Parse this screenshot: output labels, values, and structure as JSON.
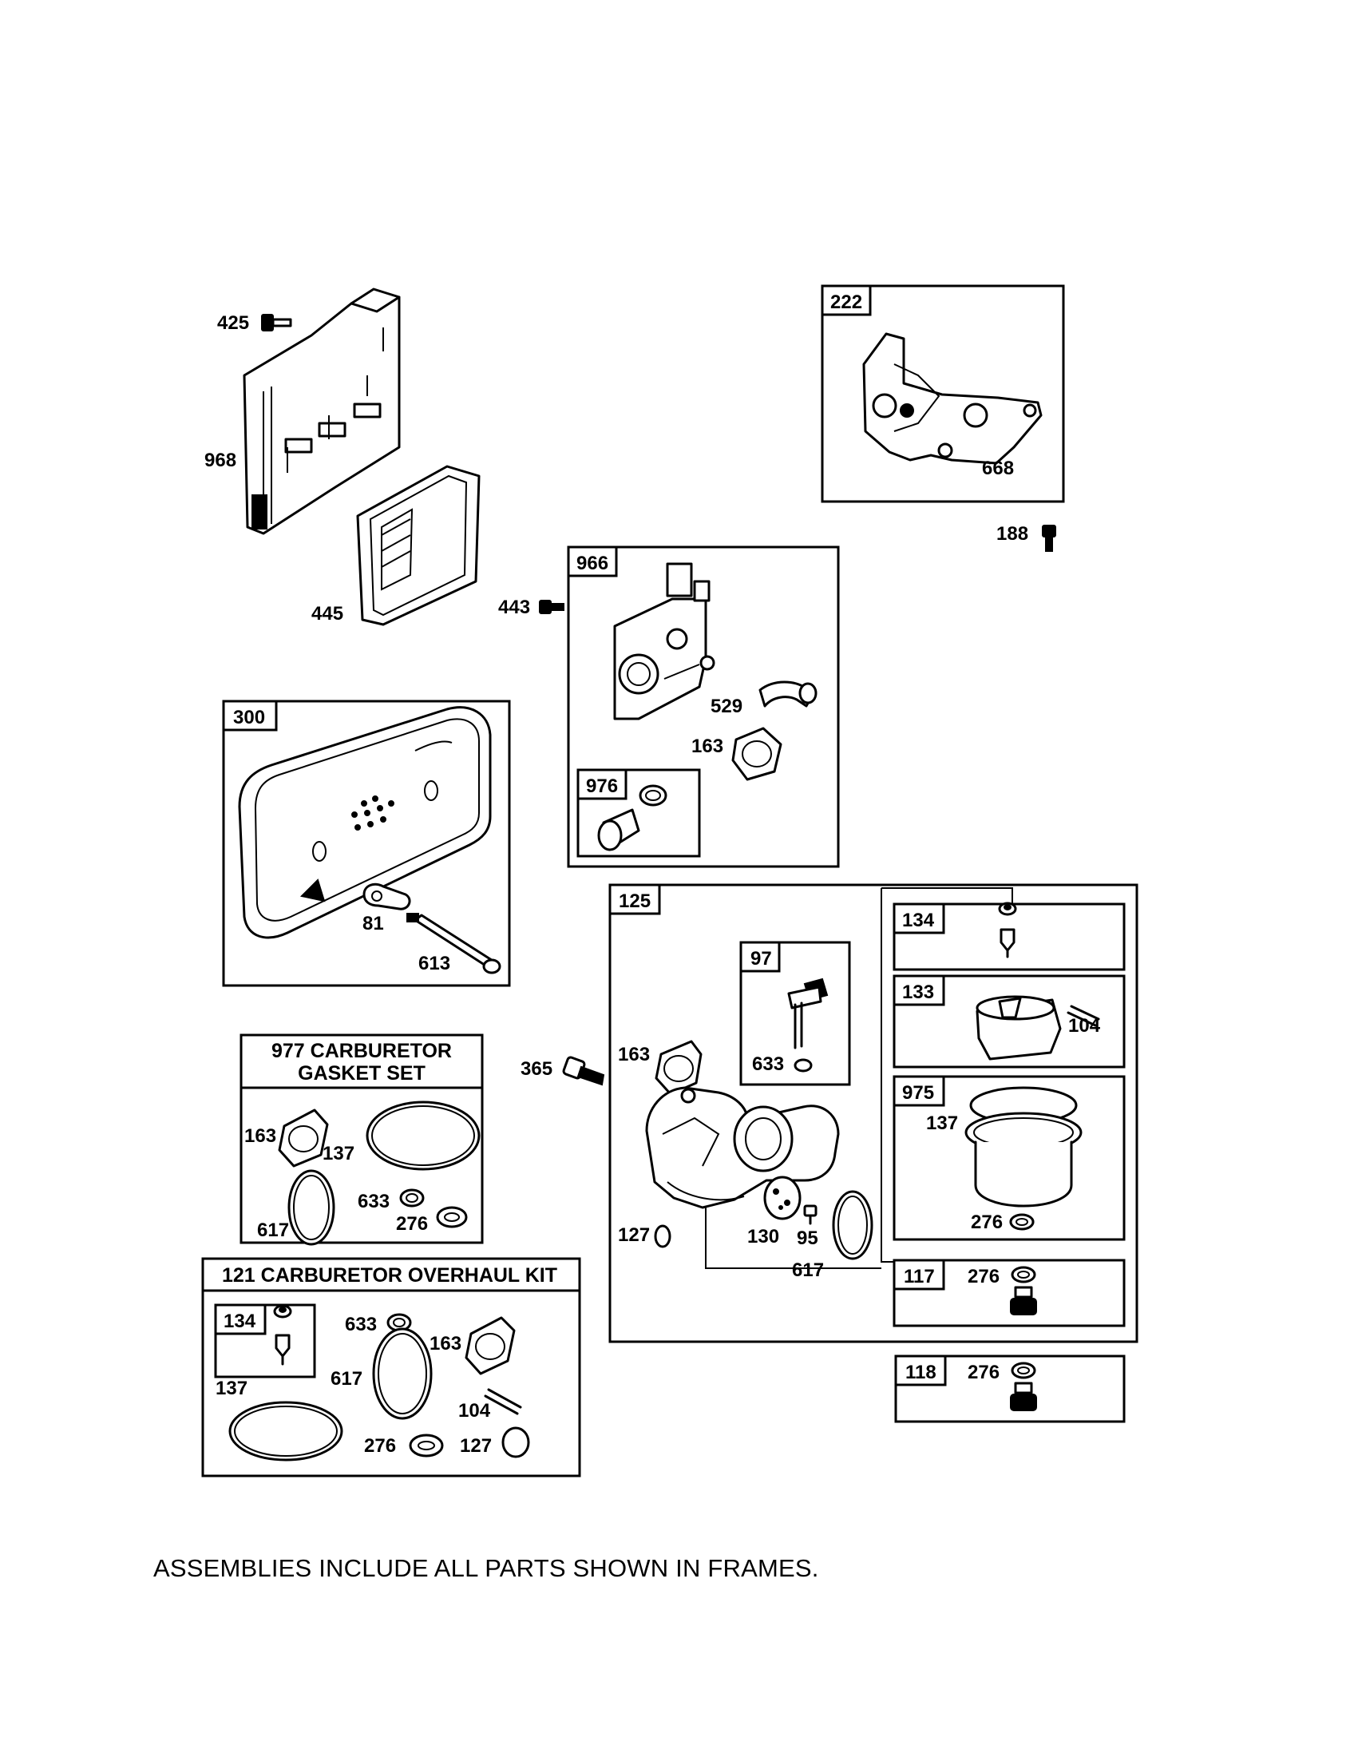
{
  "diagram": {
    "footer": "ASSEMBLIES INCLUDE ALL PARTS SHOWN IN FRAMES.",
    "frames": {
      "f222": "222",
      "f966": "966",
      "f976": "976",
      "f300": "300",
      "f125": "125",
      "f97": "97",
      "f134a": "134",
      "f133": "133",
      "f975": "975",
      "f117": "117",
      "f118": "118",
      "f134b": "134",
      "kit977_line1": "977 CARBURETOR",
      "kit977_line2": "GASKET SET",
      "kit121": "121 CARBURETOR OVERHAUL KIT"
    },
    "parts": {
      "p425": "425",
      "p968": "968",
      "p445": "445",
      "p443": "443",
      "p668": "668",
      "p188": "188",
      "p529": "529",
      "p163a": "163",
      "p81": "81",
      "p613": "613",
      "p365": "365",
      "p163b": "163",
      "p633a": "633",
      "p104a": "104",
      "p137a": "137",
      "p127a": "127",
      "p130": "130",
      "p95": "95",
      "p617a": "617",
      "p276a": "276",
      "p276b": "276",
      "p276c": "276",
      "p163c": "163",
      "p137b": "137",
      "p617b": "617",
      "p633b": "633",
      "p276d": "276",
      "p633c": "633",
      "p163d": "163",
      "p137c": "137",
      "p617c": "617",
      "p104b": "104",
      "p276e": "276",
      "p127b": "127"
    }
  }
}
